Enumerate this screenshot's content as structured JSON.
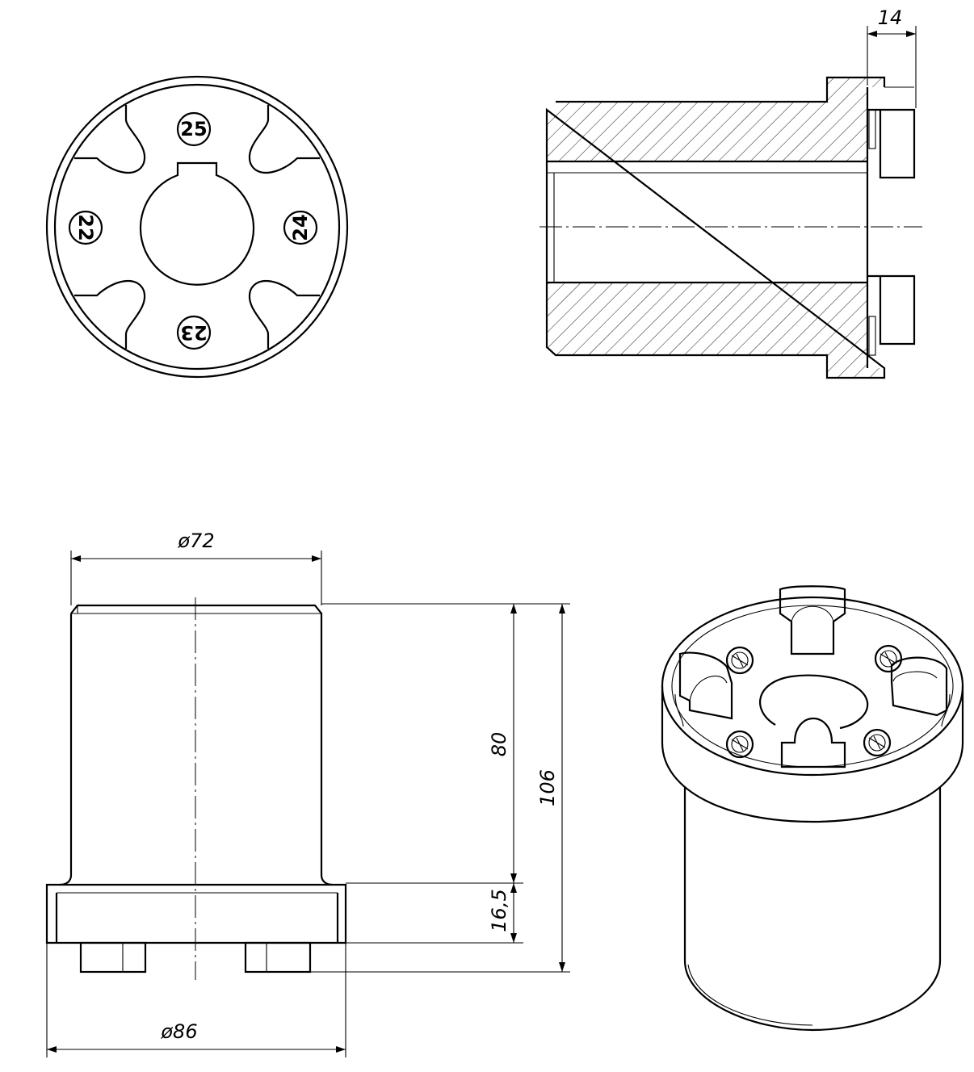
{
  "drawing": {
    "views": [
      "front-view",
      "section-view",
      "side-view",
      "isometric-view"
    ],
    "part_numbers": [
      "25",
      "22",
      "24",
      "23"
    ],
    "dimensions": {
      "width_small": "14",
      "diameter_body": "ø72",
      "diameter_flange": "ø86",
      "height_body": "80",
      "height_total": "106",
      "flange_thickness": "16,5"
    }
  }
}
